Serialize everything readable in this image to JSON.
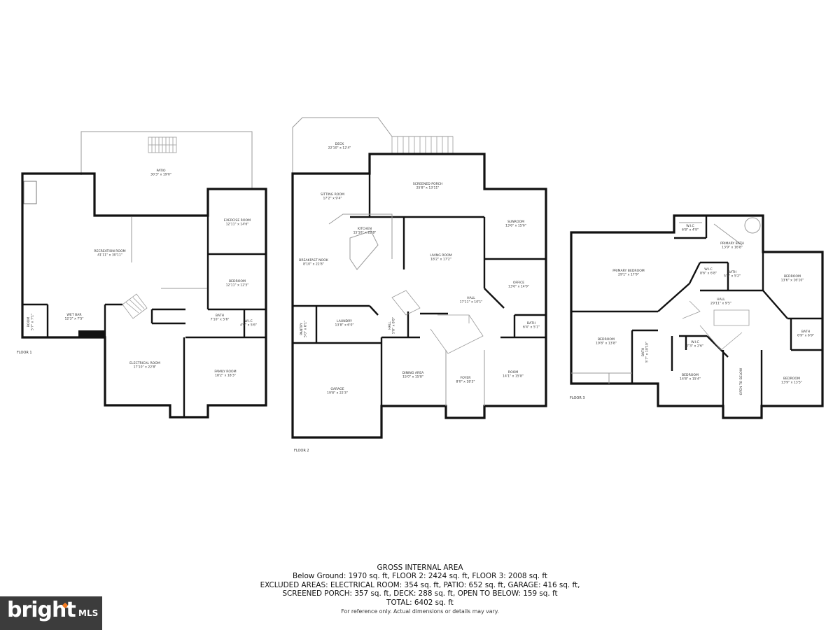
{
  "floors": [
    {
      "label": "FLOOR 1",
      "rooms": [
        {
          "name": "PATIO",
          "dims": "30'3\" x 19'0\""
        },
        {
          "name": "EXERCISE ROOM",
          "dims": "12'11\" x 14'6\""
        },
        {
          "name": "RECREATION ROOM",
          "dims": "41'11\" x 30'11\""
        },
        {
          "name": "BEDROOM",
          "dims": "12'11\" x 12'5\""
        },
        {
          "name": "WET BAR",
          "dims": "12'3\" x 7'5\""
        },
        {
          "name": "ROOM",
          "dims": "5'7\" x 7'1\""
        },
        {
          "name": "BATH",
          "dims": "7'10\" x 5'6\""
        },
        {
          "name": "W.I.C",
          "dims": "4'9\" x 5'6\""
        },
        {
          "name": "ELECTRICAL ROOM",
          "dims": "17'10\" x 22'8\""
        },
        {
          "name": "FAMILY ROOM",
          "dims": "18'2\" x 18'3\""
        }
      ]
    },
    {
      "label": "FLOOR 2",
      "rooms": [
        {
          "name": "DECK",
          "dims": "22'10\" x 12'4\""
        },
        {
          "name": "SCREENED PORCH",
          "dims": "25'8\" x 13'11\""
        },
        {
          "name": "SITTING ROOM",
          "dims": "17'2\" x 9'4\""
        },
        {
          "name": "KITCHEN",
          "dims": "15'10\" x 22'8\""
        },
        {
          "name": "SUNROOM",
          "dims": "13'6\" x 15'6\""
        },
        {
          "name": "BREAKFAST NOOK",
          "dims": "8'10\" x 22'8\""
        },
        {
          "name": "LIVING ROOM",
          "dims": "18'2\" x 17'2\""
        },
        {
          "name": "OFFICE",
          "dims": "13'6\" x 14'0\""
        },
        {
          "name": "HALL",
          "dims": "17'11\" x 10'1\""
        },
        {
          "name": "BATH",
          "dims": "6'4\" x 5'1\""
        },
        {
          "name": "PANTRY",
          "dims": "5'0\" x 8'1\""
        },
        {
          "name": "LAUNDRY",
          "dims": "13'8\" x 6'0\""
        },
        {
          "name": "HALL",
          "dims": "5'8\" x 8'8\""
        },
        {
          "name": "DINING AREA",
          "dims": "15'0\" x 15'8\""
        },
        {
          "name": "FOYER",
          "dims": "8'0\" x 18'3\""
        },
        {
          "name": "ROOM",
          "dims": "14'1\" x 15'8\""
        },
        {
          "name": "GARAGE",
          "dims": "19'8\" x 22'3\""
        }
      ]
    },
    {
      "label": "FLOOR 3",
      "rooms": [
        {
          "name": "W.I.C",
          "dims": "6'8\" x 4'9\""
        },
        {
          "name": "PRIMARY BATH",
          "dims": "13'9\" x 16'8\""
        },
        {
          "name": "PRIMARY BEDROOM",
          "dims": "29'1\" x 17'9\""
        },
        {
          "name": "W.I.C",
          "dims": "8'6\" x 6'8\""
        },
        {
          "name": "BATH",
          "dims": "5'8\" x 5'2\""
        },
        {
          "name": "BEDROOM",
          "dims": "13'6\" x 16'10\""
        },
        {
          "name": "HALL",
          "dims": "29'11\" x 9'5\""
        },
        {
          "name": "BEDROOM",
          "dims": "19'8\" x 13'8\""
        },
        {
          "name": "BATH",
          "dims": "5'7\" x 10'10\""
        },
        {
          "name": "W.I.C",
          "dims": "7'3\" x 2'6\""
        },
        {
          "name": "BATH",
          "dims": "6'9\" x 6'9\""
        },
        {
          "name": "BEDROOM",
          "dims": "14'8\" x 15'4\""
        },
        {
          "name": "OPEN TO BELOW",
          "dims": ""
        },
        {
          "name": "BEDROOM",
          "dims": "13'9\" x 13'5\""
        }
      ]
    }
  ],
  "summary": {
    "title": "GROSS INTERNAL AREA",
    "line1": "Below Ground: 1970 sq. ft, FLOOR 2: 2424 sq. ft, FLOOR 3: 2008 sq. ft",
    "line2": "EXCLUDED AREAS: ELECTRICAL ROOM: 354 sq. ft, PATIO: 652 sq. ft, GARAGE: 416 sq. ft,",
    "line3": "SCREENED PORCH: 357 sq. ft, DECK: 288 sq. ft, OPEN TO BELOW: 159 sq. ft",
    "total": "TOTAL: 6402 sq. ft",
    "note": "For reference only. Actual dimensions or details may vary."
  },
  "logo": {
    "word": "bright",
    "suffix": "MLS",
    "accent": "#f47b20",
    "background": "#3c3c3c"
  }
}
